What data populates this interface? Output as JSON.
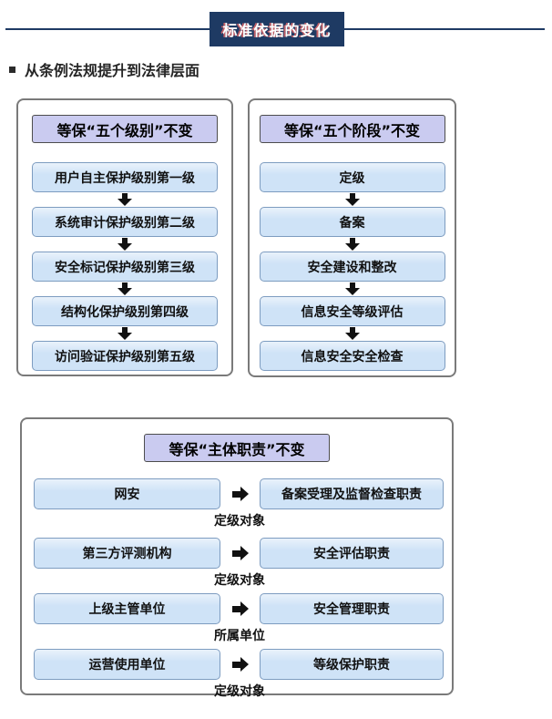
{
  "header": {
    "title": "标准依据的变化"
  },
  "section": {
    "bullet_text": "从条例法规提升到法律层面"
  },
  "panels": {
    "levels": {
      "title": "等保“五个级别”不变",
      "steps": [
        "用户自主保护级别第一级",
        "系统审计保护级别第二级",
        "安全标记保护级别第三级",
        "结构化保护级别第四级",
        "访问验证保护级别第五级"
      ]
    },
    "stages": {
      "title": "等保“五个阶段”不变",
      "steps": [
        "定级",
        "备案",
        "安全建设和整改",
        "信息安全等级评估",
        "信息安全安全检查"
      ]
    },
    "duties": {
      "title": "等保“主体职责”不变",
      "rows": [
        {
          "subject": "网安",
          "duty": "备案受理及监督检查职责",
          "note": "定级对象"
        },
        {
          "subject": "第三方评测机构",
          "duty": "安全评估职责",
          "note": "定级对象"
        },
        {
          "subject": "上级主管单位",
          "duty": "安全管理职责",
          "note": "所属单位"
        },
        {
          "subject": "运营使用单位",
          "duty": "等级保护职责",
          "note": "定级对象"
        }
      ]
    }
  },
  "colors": {
    "banner_navy": "#1e3a63",
    "banner_text": "#ffffff",
    "banner_shadow_red": "#e06666",
    "lavender_fill": "#cacbf0",
    "lavender_border": "#4d4d4d",
    "blue_fill": "#cfe3f7",
    "blue_border": "#7d9cc0",
    "panel_border": "#7a7a7a",
    "arrow_black": "#111111",
    "heading_text": "#262626"
  }
}
